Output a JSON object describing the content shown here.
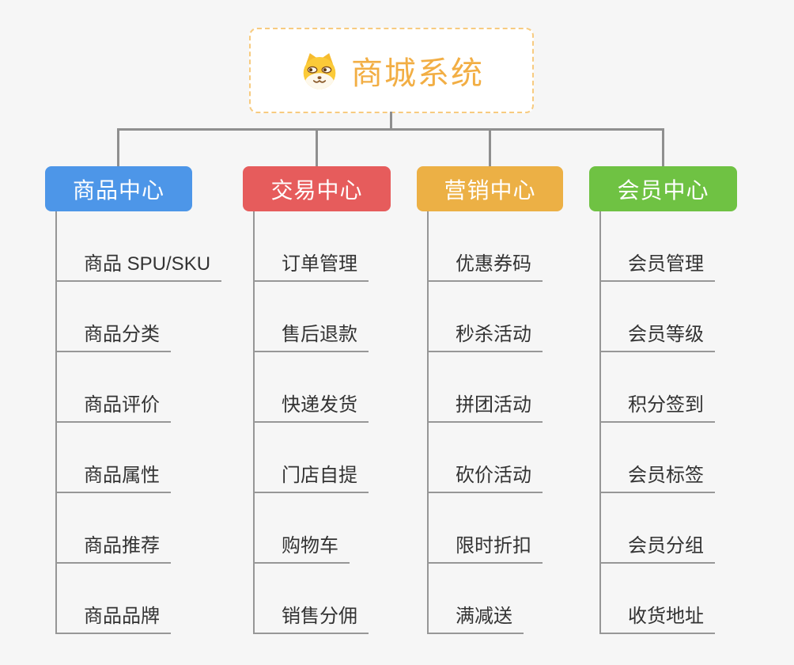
{
  "root": {
    "title": "商城系统",
    "icon": "dog-face-icon",
    "title_color": "#f2ae44",
    "border_color": "#f7cb80"
  },
  "connector_color": "#8f8f8f",
  "branches": [
    {
      "label": "商品中心",
      "color": "#4d96e8",
      "items": [
        "商品 SPU/SKU",
        "商品分类",
        "商品评价",
        "商品属性",
        "商品推荐",
        "商品品牌"
      ]
    },
    {
      "label": "交易中心",
      "color": "#e65c5c",
      "items": [
        "订单管理",
        "售后退款",
        "快递发货",
        "门店自提",
        "购物车",
        "销售分佣"
      ]
    },
    {
      "label": "营销中心",
      "color": "#ecb045",
      "items": [
        "优惠券码",
        "秒杀活动",
        "拼团活动",
        "砍价活动",
        "限时折扣",
        "满减送"
      ]
    },
    {
      "label": "会员中心",
      "color": "#6fc243",
      "items": [
        "会员管理",
        "会员等级",
        "积分签到",
        "会员标签",
        "会员分组",
        "收货地址"
      ]
    }
  ]
}
